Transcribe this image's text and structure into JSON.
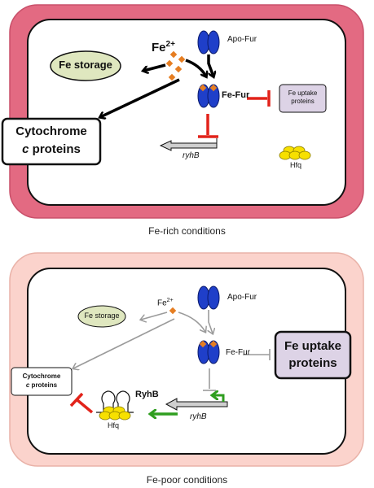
{
  "colors": {
    "rich_membrane": "#e36a82",
    "poor_membrane": "#fbd3cc",
    "fur_blue": "#1f3fc9",
    "iron_orange": "#e67e22",
    "storage_fill": "#dfe7bf",
    "uptake_fill": "#ddd3e6",
    "hfq_yellow": "#f7e000",
    "inhibit_red": "#e2231a",
    "activate_green": "#2f9e1f",
    "inactive_gray": "#9b9b9b"
  },
  "fe_rich": {
    "iron_label": "Fe",
    "iron_superscript": "2+",
    "apo_fur": "Apo-Fur",
    "fe_fur": "Fe-Fur",
    "fe_storage": "Fe storage",
    "fe_uptake_line1": "Fe uptake",
    "fe_uptake_line2": "proteins",
    "cytochrome_line1": "Cytochrome",
    "cytochrome_line2_italic": "c",
    "cytochrome_line2_rest": " proteins",
    "ryhb_gene": "ryhB",
    "hfq": "Hfq",
    "caption": "Fe-rich conditions"
  },
  "fe_poor": {
    "iron_label": "Fe",
    "iron_superscript": "2+",
    "apo_fur": "Apo-Fur",
    "fe_fur": "Fe-Fur",
    "fe_storage": "Fe storage",
    "fe_uptake_line1": "Fe uptake",
    "fe_uptake_line2": "proteins",
    "cytochrome_line1": "Cytochrome",
    "cytochrome_line2_italic": "c",
    "cytochrome_line2_rest": " proteins",
    "ryhb_gene": "ryhB",
    "ryhb_rna": "RyhB",
    "hfq": "Hfq",
    "caption": "Fe-poor conditions"
  }
}
